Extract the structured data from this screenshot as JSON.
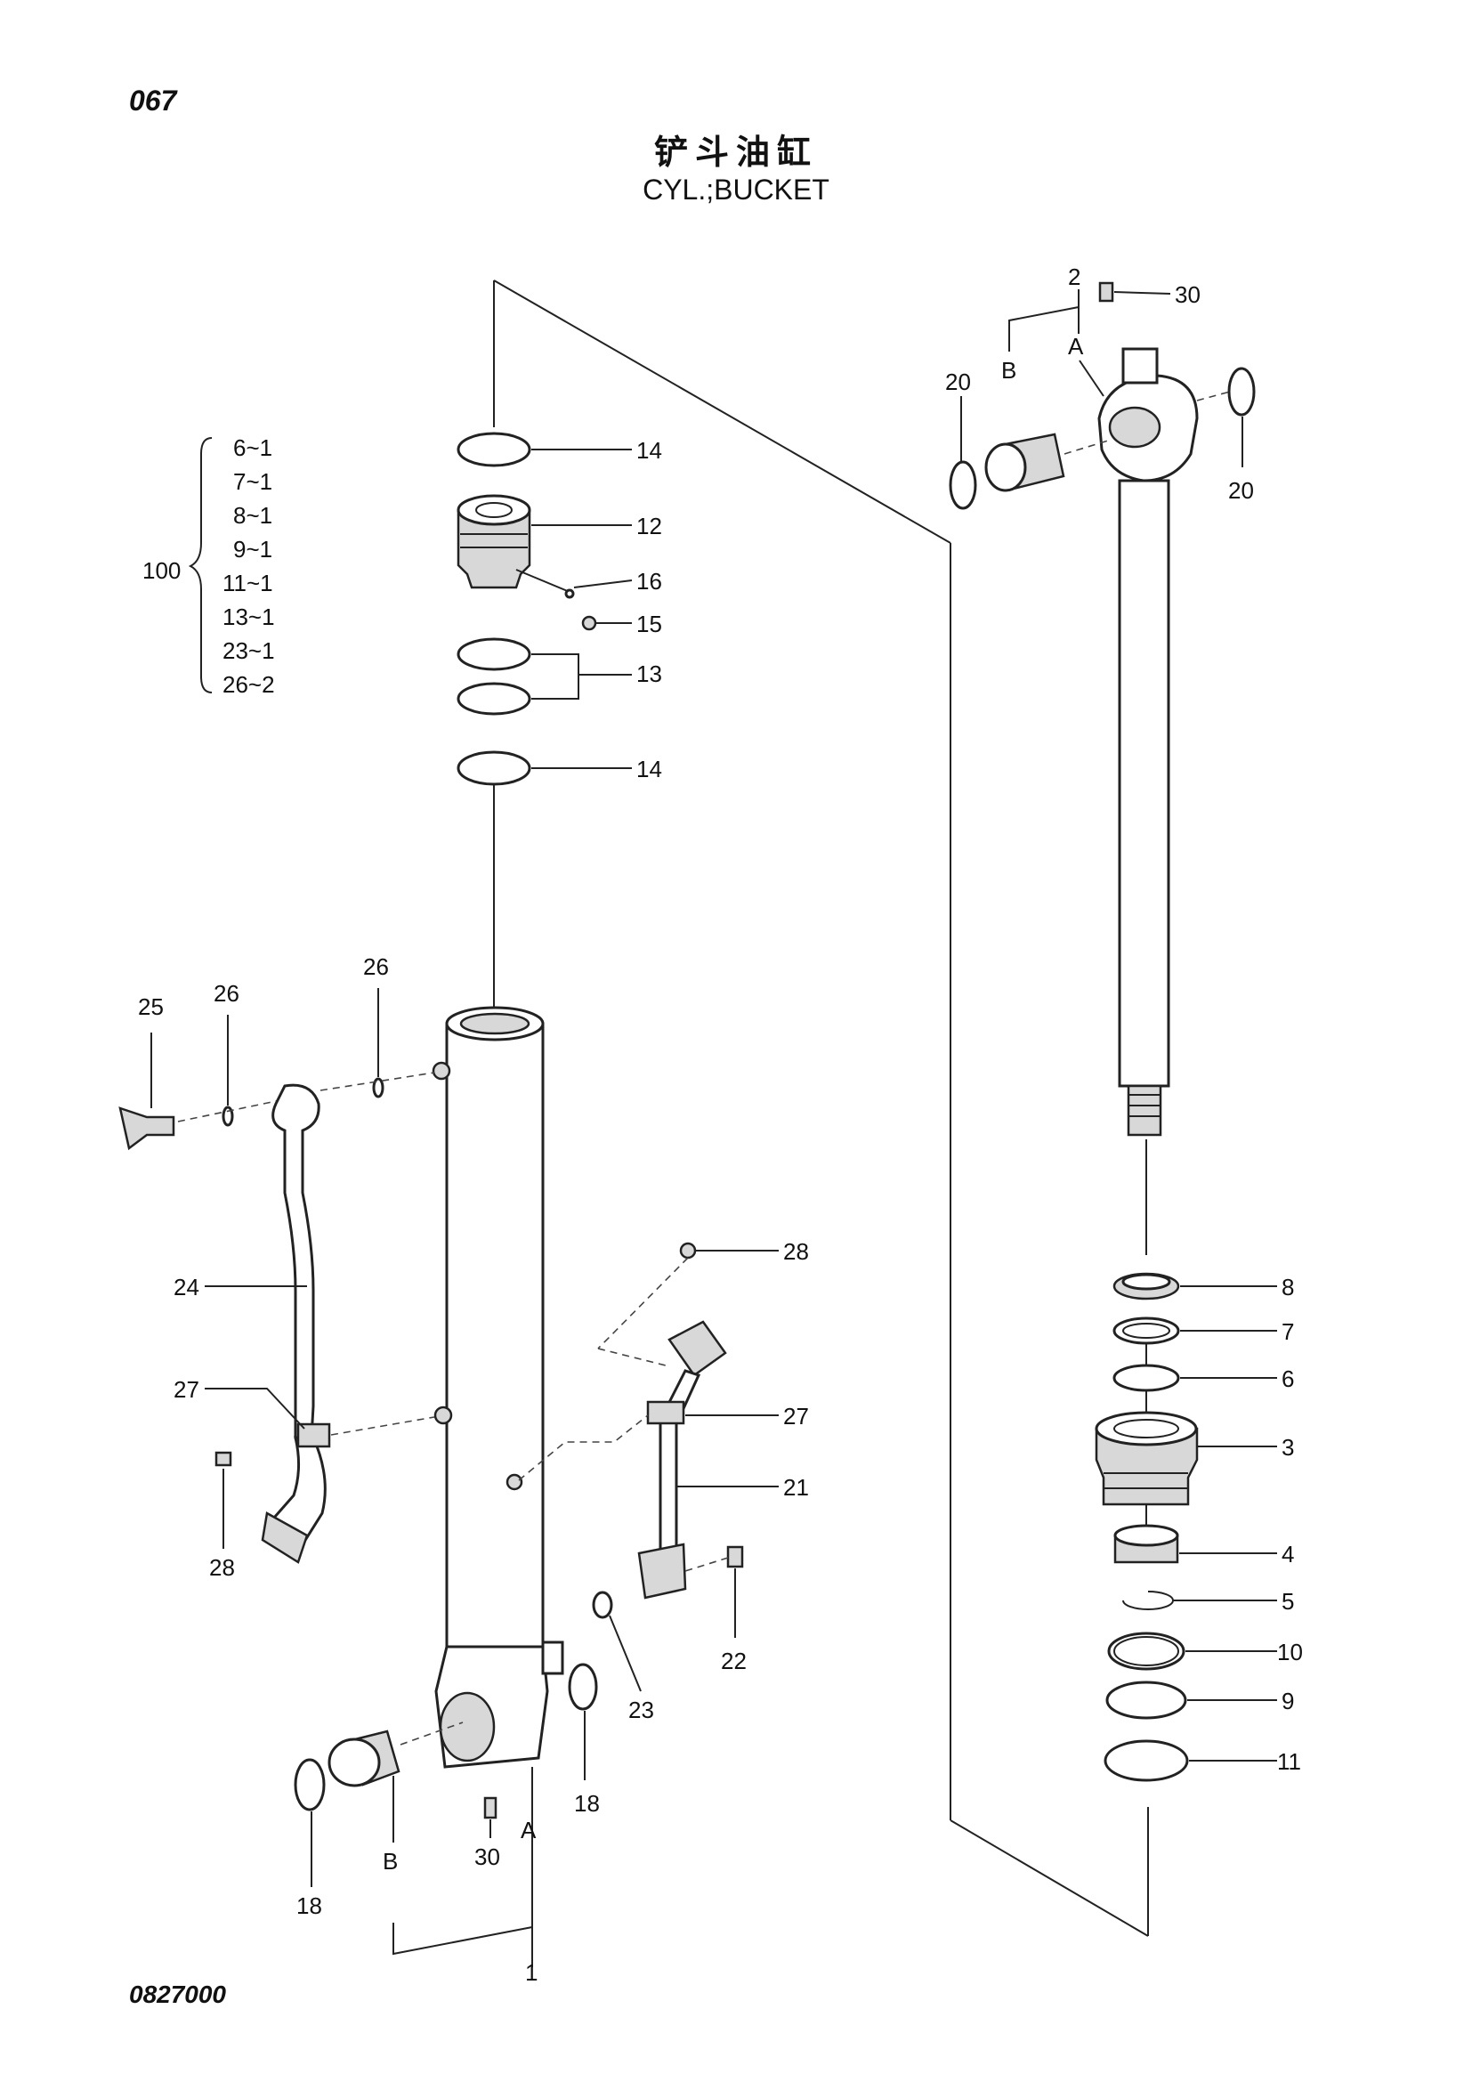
{
  "header": {
    "page_number": "067",
    "title_cn": "铲斗油缸",
    "title_en": "CYL.;BUCKET"
  },
  "footer": {
    "drawing_number": "0827000"
  },
  "kit": {
    "number": "100",
    "items": [
      "6~1",
      "7~1",
      "8~1",
      "9~1",
      "11~1",
      "13~1",
      "23~1",
      "26~2"
    ]
  },
  "callouts": {
    "c1": "1",
    "c2": "2",
    "c3": "3",
    "c4": "4",
    "c5": "5",
    "c6": "6",
    "c7": "7",
    "c8": "8",
    "c9": "9",
    "c10": "10",
    "c11": "11",
    "c12": "12",
    "c13": "13",
    "c14a": "14",
    "c14b": "14",
    "c15": "15",
    "c16": "16",
    "c18a": "18",
    "c18b": "18",
    "c20a": "20",
    "c20b": "20",
    "c21": "21",
    "c22": "22",
    "c23": "23",
    "c24": "24",
    "c25": "25",
    "c26a": "26",
    "c26b": "26",
    "c27a": "27",
    "c27b": "27",
    "c28a": "28",
    "c28b": "28",
    "c30a": "30",
    "c30b": "30",
    "markA1": "A",
    "markA2": "A",
    "markB1": "B",
    "markB2": "B"
  }
}
